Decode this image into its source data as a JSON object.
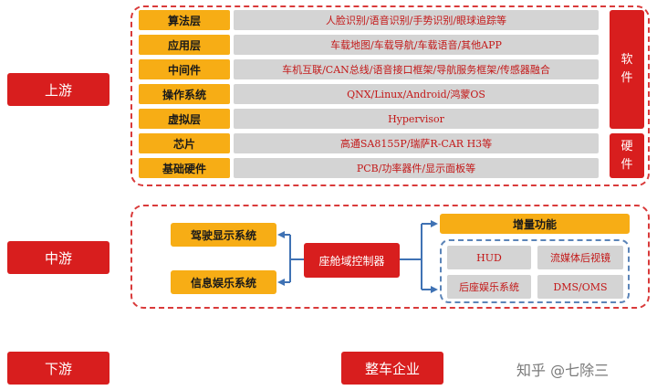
{
  "stages": {
    "upstream": "上游",
    "midstream": "中游",
    "downstream": "下游"
  },
  "upstream_layers": [
    {
      "label": "算法层",
      "desc": "人脸识别/语音识别/手势识别/眼球追踪等"
    },
    {
      "label": "应用层",
      "desc": "车载地图/车载导航/车载语音/其他APP"
    },
    {
      "label": "中间件",
      "desc": "车机互联/CAN总线/语音接口框架/导航服务框架/传感器融合"
    },
    {
      "label": "操作系统",
      "desc": "QNX/Linux/Android/鸿蒙OS"
    },
    {
      "label": "虚拟层",
      "desc": "Hypervisor"
    },
    {
      "label": "芯片",
      "desc": "高通SA8155P/瑞萨R-CAR H3等"
    },
    {
      "label": "基础硬件",
      "desc": "PCB/功率器件/显示面板等"
    }
  ],
  "side_labels": {
    "software": [
      "软",
      "件"
    ],
    "hardware": [
      "硬",
      "件"
    ]
  },
  "midstream": {
    "left_items": [
      "驾驶显示系统",
      "信息娱乐系统"
    ],
    "controller": "座舱域控制器",
    "increment_title": "增量功能",
    "features": [
      "HUD",
      "流媒体后视镜",
      "后座娱乐系统",
      "DMS/OMS"
    ]
  },
  "downstream": {
    "oem": "整车企业"
  },
  "watermark": "知乎 @七除三",
  "colors": {
    "stage_red": "#d81e1e",
    "layer_yellow": "#f7ad15",
    "desc_gray": "#d4d4d4",
    "desc_text_red": "#c31818",
    "frame_red": "#d93a3a",
    "connector_blue": "#3f72b4"
  }
}
